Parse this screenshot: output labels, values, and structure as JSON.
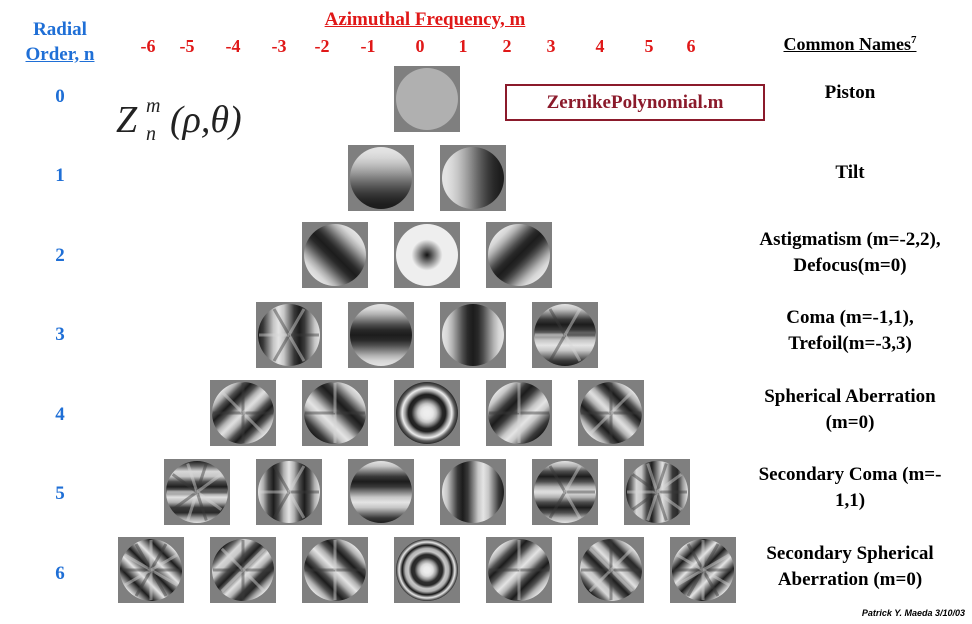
{
  "header": {
    "radial_line1": "Radial",
    "radial_line2": "Order, n",
    "azimuthal": "Azimuthal Frequency, m",
    "common_names": "Common Names",
    "common_names_sup": "7"
  },
  "m_labels": [
    "-6",
    "-5",
    "-4",
    "-3",
    "-2",
    "-1",
    "0",
    "1",
    "2",
    "3",
    "4",
    "5",
    "6"
  ],
  "n_labels": [
    "0",
    "1",
    "2",
    "3",
    "4",
    "5",
    "6"
  ],
  "formula": {
    "Z": "Z",
    "sup": "m",
    "sub": "n",
    "args": "(ρ,θ)"
  },
  "file_reference": "ZernikePolynomial.m",
  "common_names": [
    [
      "Piston"
    ],
    [
      "Tilt"
    ],
    [
      "Astigmatism (m=-2,2),",
      "Defocus(m=0)"
    ],
    [
      "Coma (m=-1,1),",
      "Trefoil(m=-3,3)"
    ],
    [
      "Spherical Aberration",
      "(m=0)"
    ],
    [
      "Secondary Coma (m=-",
      "1,1)"
    ],
    [
      "Secondary Spherical",
      "Aberration (m=0)"
    ]
  ],
  "credit": "Patrick Y. Maeda  3/10/03",
  "colors": {
    "radial_blue": "#1f6fd6",
    "azimuthal_red": "#e01818",
    "file_box": "#8b1a2b",
    "tile_bg": "#7f7f7f"
  },
  "tiles_per_row": [
    1,
    2,
    3,
    4,
    5,
    6,
    7
  ]
}
